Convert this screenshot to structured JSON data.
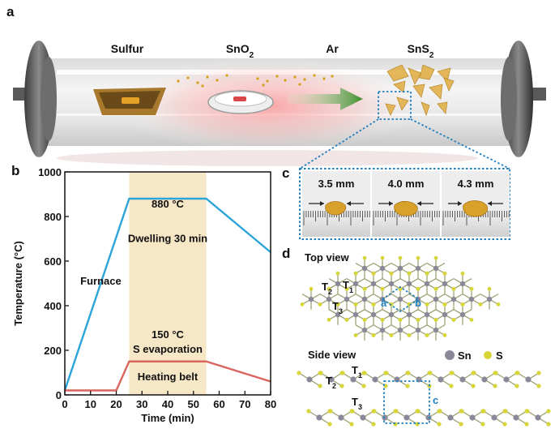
{
  "panels": {
    "a": "a",
    "b": "b",
    "c": "c",
    "d": "d"
  },
  "tube_labels": {
    "sulfur": "Sulfur",
    "sno2_base": "SnO",
    "sno2_sub": "2",
    "ar": "Ar",
    "sns2_base": "SnS",
    "sns2_sub": "2"
  },
  "crystals": {
    "sizes": [
      "3.5 mm",
      "4.0 mm",
      "4.3 mm"
    ]
  },
  "structure": {
    "top_view": "Top view",
    "side_view": "Side view",
    "t1": "T",
    "t1_sub": "1",
    "t2": "T",
    "t2_sub": "2",
    "t3": "T",
    "t3_sub": "3",
    "a": "a",
    "b": "b",
    "c": "c",
    "legend_sn": "Sn",
    "legend_s": "S",
    "color_sn": "#8a8899",
    "color_s": "#d6d63a"
  },
  "chart_data": {
    "type": "line",
    "xlabel": "Time (min)",
    "ylabel": "Temperature (°C)",
    "xlim": [
      0,
      80
    ],
    "ylim": [
      0,
      1000
    ],
    "xticks": [
      0,
      10,
      20,
      30,
      40,
      50,
      60,
      70,
      80
    ],
    "yticks": [
      0,
      200,
      400,
      600,
      800,
      1000
    ],
    "shaded_region": {
      "x": [
        25,
        55
      ],
      "color": "#f6e7c6"
    },
    "series": [
      {
        "name": "Furnace",
        "color": "#2ba4d9",
        "x": [
          0,
          25,
          55,
          80
        ],
        "y": [
          20,
          880,
          880,
          640
        ]
      },
      {
        "name": "Heating belt",
        "color": "#d9655e",
        "x": [
          0,
          20,
          25,
          55,
          80
        ],
        "y": [
          20,
          20,
          150,
          150,
          60
        ]
      }
    ],
    "annotations": [
      {
        "text": "880 °C",
        "x": 40,
        "y": 840
      },
      {
        "text": "Dwelling 30 min",
        "x": 40,
        "y": 685
      },
      {
        "text": "Furnace",
        "x": 14,
        "y": 495
      },
      {
        "text": "150 °C",
        "x": 40,
        "y": 255
      },
      {
        "text": "S evaporation",
        "x": 40,
        "y": 190
      },
      {
        "text": "Heating belt",
        "x": 40,
        "y": 65
      }
    ]
  }
}
